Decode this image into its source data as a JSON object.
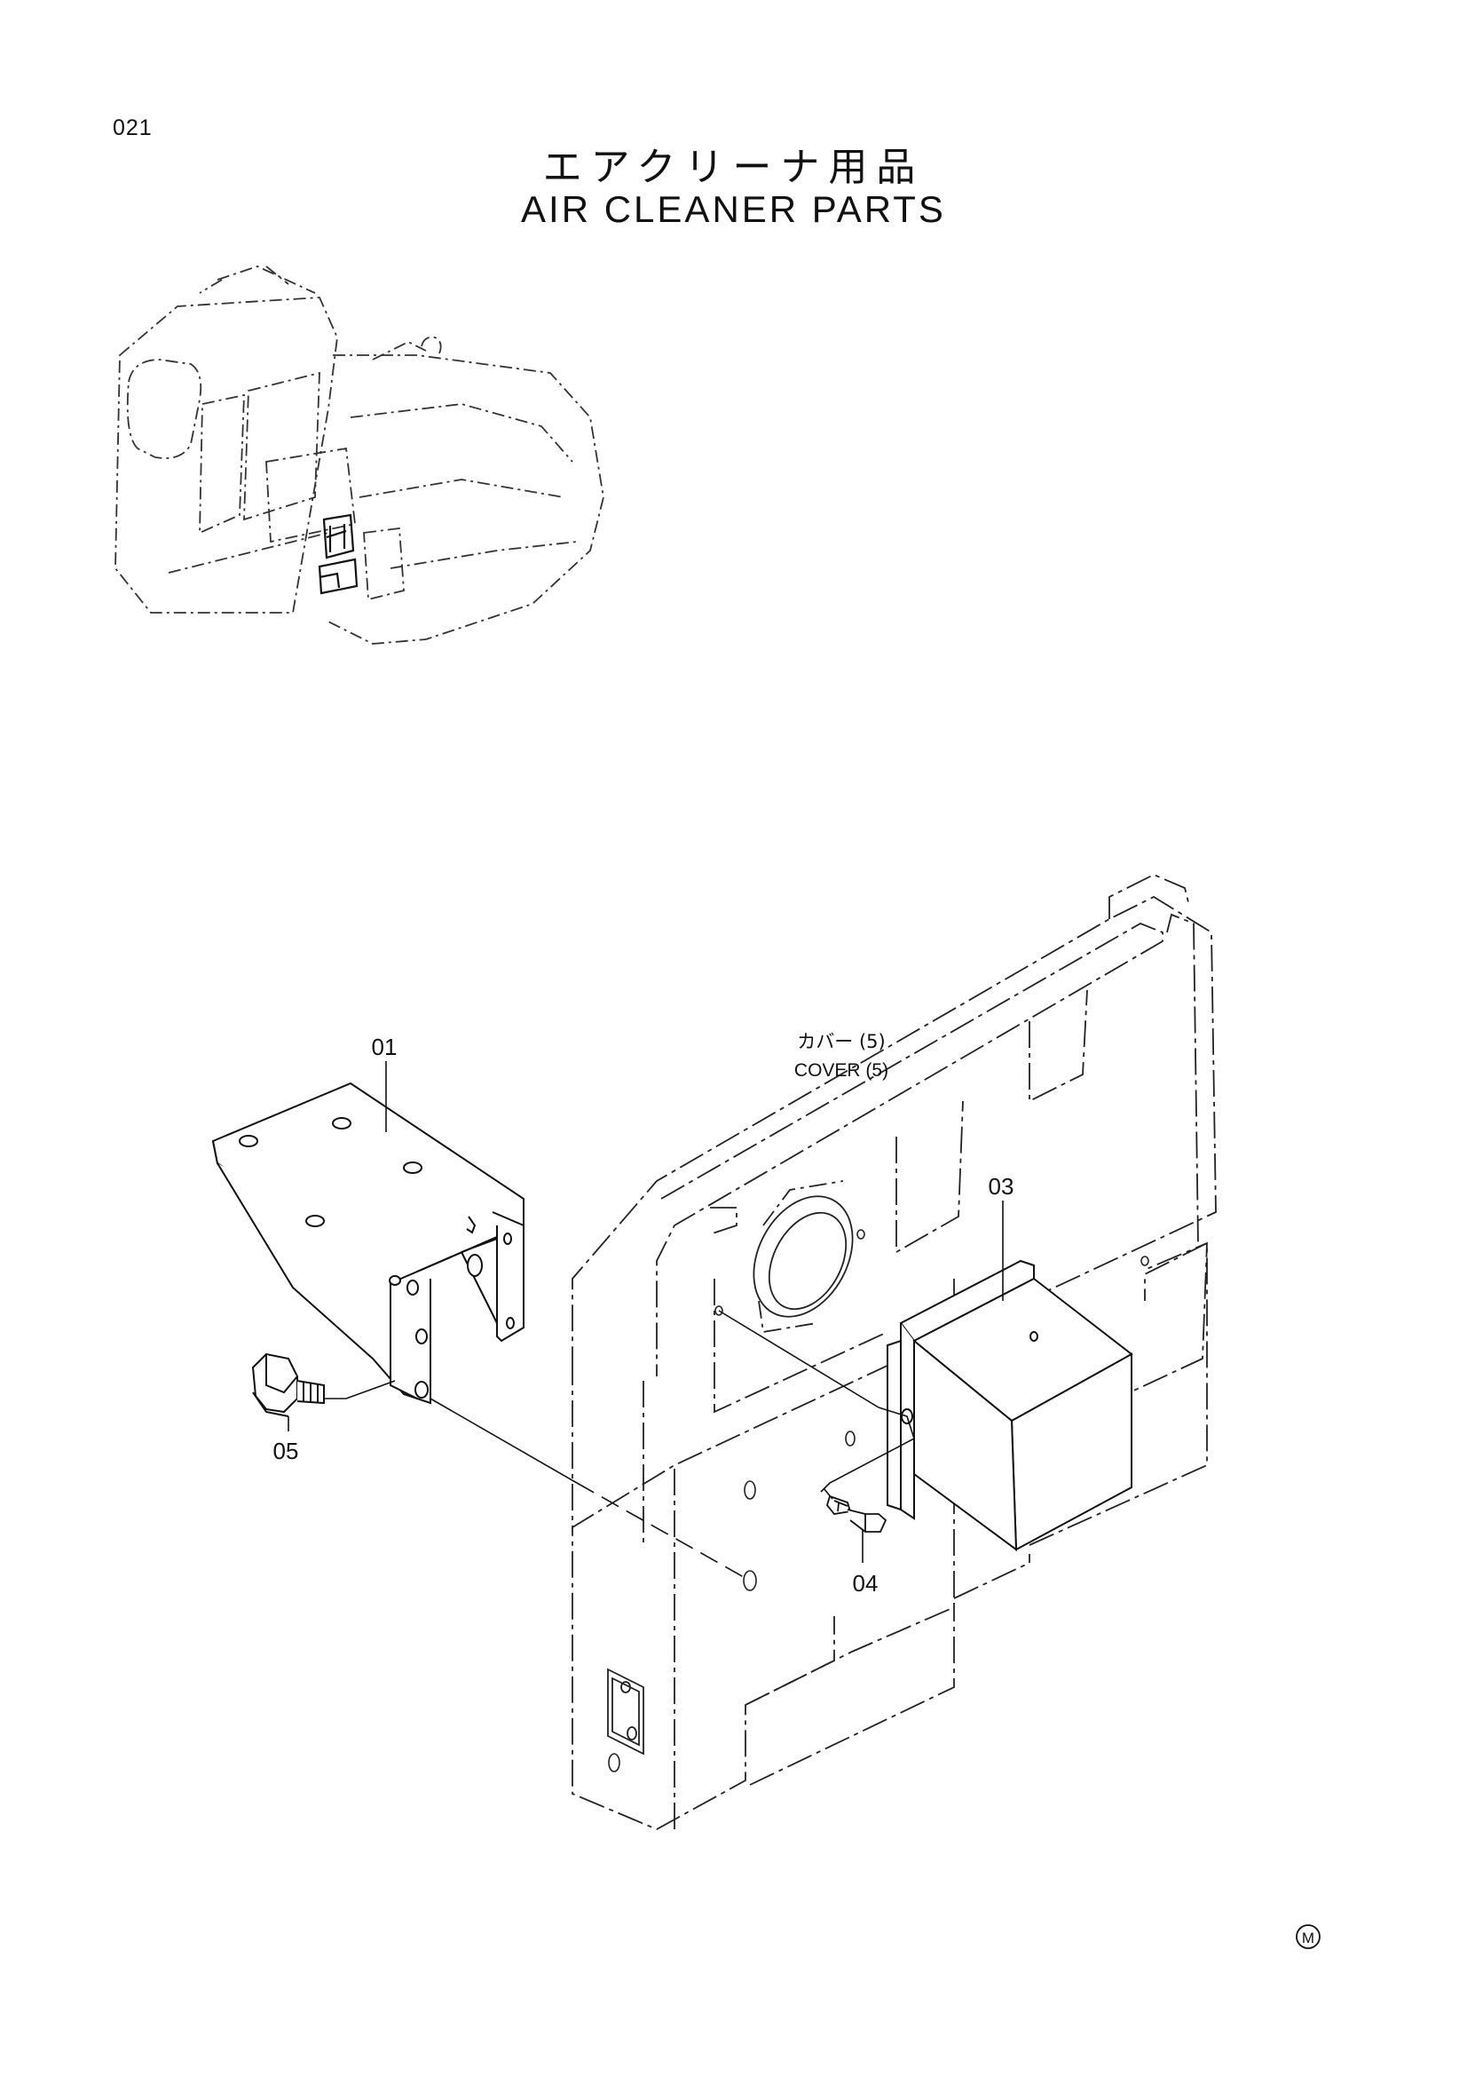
{
  "page": {
    "number": "021",
    "title_jp": "エアクリーナ用品",
    "title_en": "AIR CLEANER PARTS"
  },
  "callouts": {
    "cover_jp": "カバー (5)",
    "cover_en": "COVER (5)",
    "part_01": "01",
    "part_03": "03",
    "part_04": "04",
    "part_05": "05"
  },
  "mark": "M"
}
